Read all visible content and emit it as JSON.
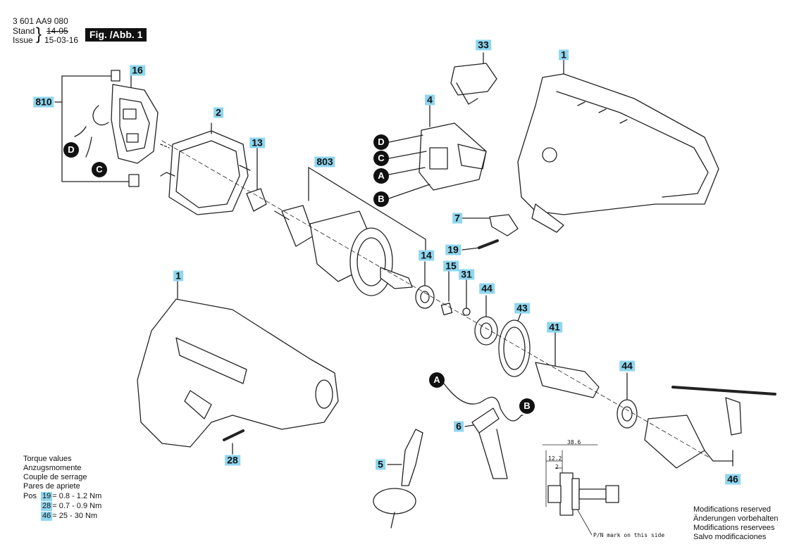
{
  "header": {
    "part_number": "3 601 AA9 080",
    "stand_label": "Stand",
    "stand_value": "14-05",
    "issue_label": "Issue",
    "issue_value": "15-03-16",
    "figure_label": "Fig. /Abb. 1"
  },
  "parts": {
    "p1a": "1",
    "p1b": "1",
    "p2": "2",
    "p4": "4",
    "p5": "5",
    "p6": "6",
    "p7": "7",
    "p13": "13",
    "p14": "14",
    "p15": "15",
    "p16": "16",
    "p19": "19",
    "p28": "28",
    "p31": "31",
    "p33": "33",
    "p41": "41",
    "p43": "43",
    "p44a": "44",
    "p44b": "44",
    "p46": "46",
    "p803": "803",
    "p810": "810"
  },
  "refs": {
    "D1": "D",
    "C1": "C",
    "D2": "D",
    "C2": "C",
    "A1": "A",
    "B1": "B",
    "A2": "A",
    "B2": "B"
  },
  "torque": {
    "lines": [
      "Torque values",
      "Anzugsmomente",
      "Couple de serrage",
      "Pares de apriete"
    ],
    "pos_label": "Pos",
    "rows": [
      {
        "pos": "19",
        "value": "= 0.8 - 1.2 Nm"
      },
      {
        "pos": "28",
        "value": "= 0.7 - 0.9 Nm"
      },
      {
        "pos": "46",
        "value": "=  25 - 30 Nm"
      }
    ]
  },
  "modifications": [
    "Modifications reserved",
    "Änderungen vorbehalten",
    "Modifications reservees",
    "Salvo modificaciones"
  ],
  "detail": {
    "dim_total": "38.6",
    "dim_a": "12.2",
    "dim_b": "2",
    "pn_note": "P/N mark on this side"
  }
}
